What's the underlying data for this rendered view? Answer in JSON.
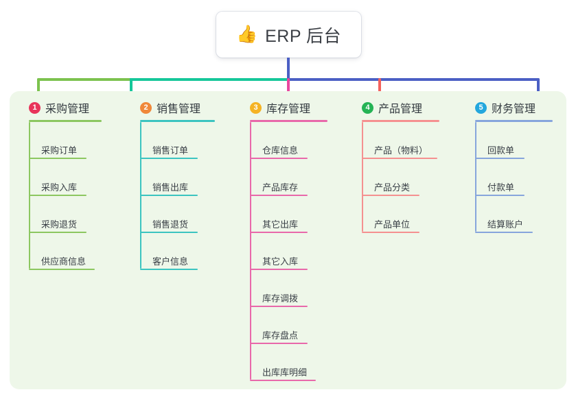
{
  "root": {
    "icon": "thumbs-up-icon",
    "emoji": "👍",
    "title": "ERP 后台"
  },
  "palette": {
    "panel_bg": "#eef7e9",
    "page_bg": "#ffffff",
    "trunk_green": "#7cc24e",
    "trunk_teal": "#16c79a",
    "trunk_indigo": "#4b5fc4",
    "drop_pink": "#e9479e",
    "drop_red": "#f4615c"
  },
  "columns": [
    {
      "index": "1",
      "title": "采购管理",
      "badge_color": "#e8345a",
      "line_color": "#8cc760",
      "head_rule_width": 106,
      "spine_height": 214,
      "items": [
        {
          "label": "采购订单",
          "rule_width": 84
        },
        {
          "label": "采购入库",
          "rule_width": 84
        },
        {
          "label": "采购退货",
          "rule_width": 84
        },
        {
          "label": "供应商信息",
          "rule_width": 96
        }
      ]
    },
    {
      "index": "2",
      "title": "销售管理",
      "badge_color": "#f0883a",
      "line_color": "#3bc4c0",
      "head_rule_width": 109,
      "spine_height": 214,
      "items": [
        {
          "label": "销售订单",
          "rule_width": 84
        },
        {
          "label": "销售出库",
          "rule_width": 84
        },
        {
          "label": "销售退货",
          "rule_width": 84
        },
        {
          "label": "客户信息",
          "rule_width": 84
        }
      ]
    },
    {
      "index": "3",
      "title": "库存管理",
      "badge_color": "#f5b324",
      "line_color": "#e868aa",
      "head_rule_width": 113,
      "spine_height": 376,
      "items": [
        {
          "label": "仓库信息",
          "rule_width": 84
        },
        {
          "label": "产品库存",
          "rule_width": 84
        },
        {
          "label": "其它出库",
          "rule_width": 84
        },
        {
          "label": "其它入库",
          "rule_width": 84
        },
        {
          "label": "库存调拨",
          "rule_width": 84
        },
        {
          "label": "库存盘点",
          "rule_width": 84
        },
        {
          "label": "出库库明细",
          "rule_width": 96
        }
      ]
    },
    {
      "index": "4",
      "title": "产品管理",
      "badge_color": "#25b355",
      "line_color": "#f59090",
      "head_rule_width": 113,
      "spine_height": 160,
      "items": [
        {
          "label": "产品（物料）",
          "rule_width": 110
        },
        {
          "label": "产品分类",
          "rule_width": 84
        },
        {
          "label": "产品单位",
          "rule_width": 84
        }
      ]
    },
    {
      "index": "5",
      "title": "财务管理",
      "badge_color": "#23a7dd",
      "line_color": "#86a5dc",
      "head_rule_width": 113,
      "spine_height": 160,
      "items": [
        {
          "label": "回款单",
          "rule_width": 72
        },
        {
          "label": "付款单",
          "rule_width": 72
        },
        {
          "label": "结算账户",
          "rule_width": 84
        }
      ]
    }
  ],
  "column_x": [
    28,
    190,
    350,
    513,
    678
  ]
}
